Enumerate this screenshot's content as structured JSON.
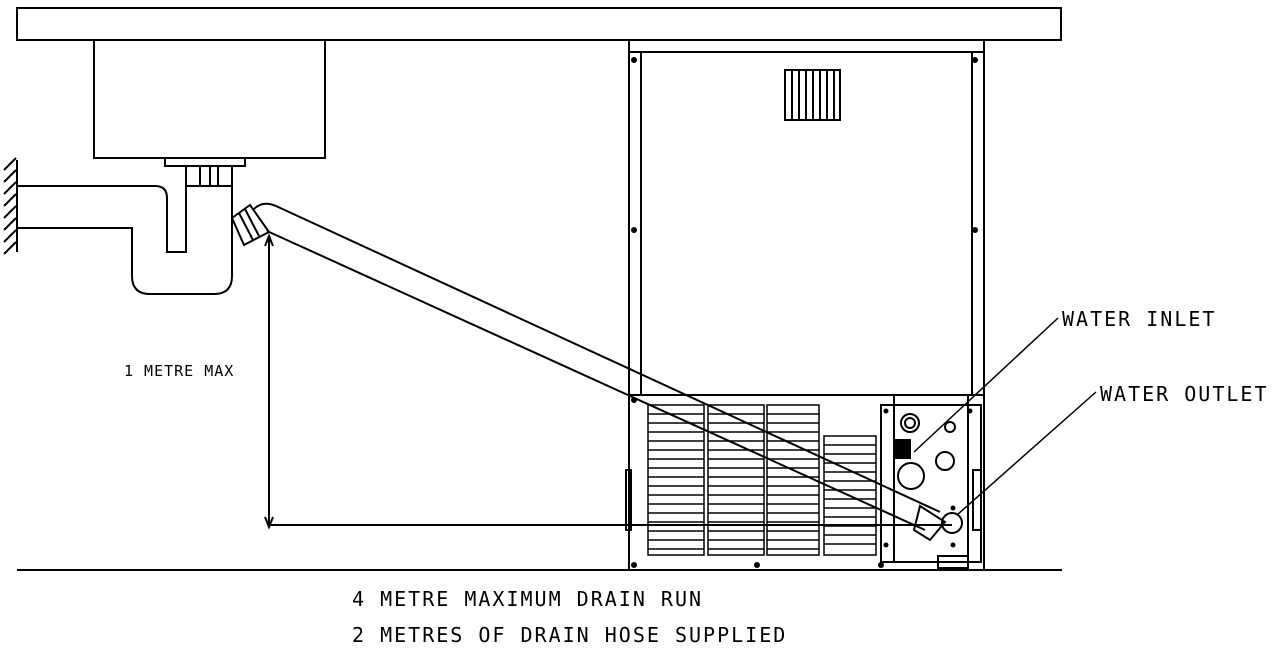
{
  "labels": {
    "height_max": "1 METRE MAX",
    "water_inlet": "WATER INLET",
    "water_outlet": "WATER OUTLET",
    "note_run": "4 METRE MAXIMUM DRAIN RUN",
    "note_hose": "2 METRES OF DRAIN HOSE SUPPLIED"
  }
}
